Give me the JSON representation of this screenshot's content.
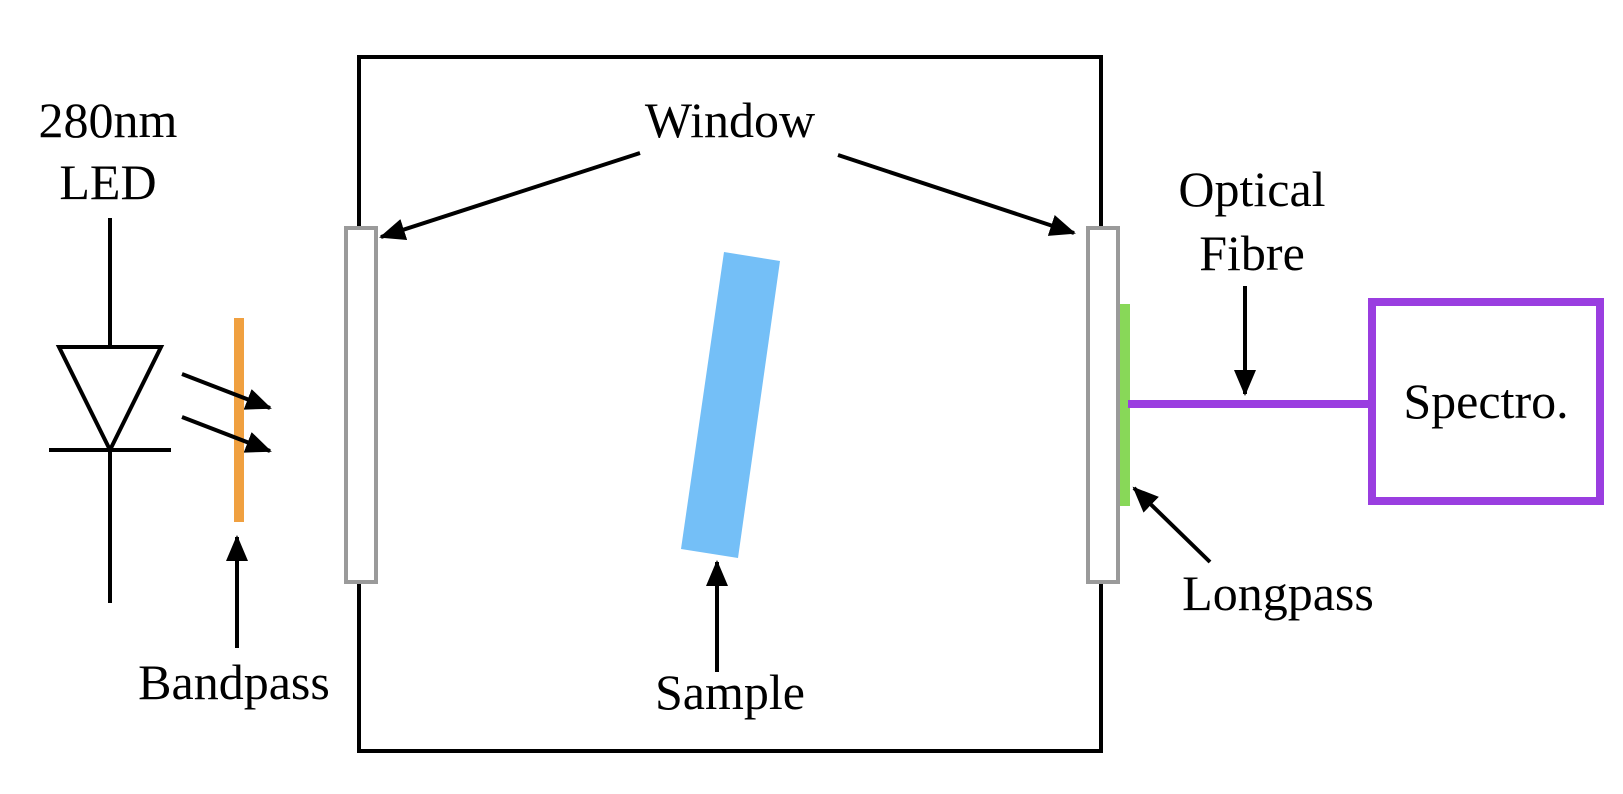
{
  "labels": {
    "led_line1": "280nm",
    "led_line2": "LED",
    "window": "Window",
    "optical_line1": "Optical",
    "optical_line2": "Fibre",
    "spectro": "Spectro.",
    "bandpass": "Bandpass",
    "sample": "Sample",
    "longpass": "Longpass"
  },
  "colors": {
    "line": "#000000",
    "window_border": "#9a9a9a",
    "bandpass_filter": "#f0a040",
    "sample": "#74bff7",
    "longpass_filter": "#88d858",
    "fibre": "#9a3ee0"
  }
}
